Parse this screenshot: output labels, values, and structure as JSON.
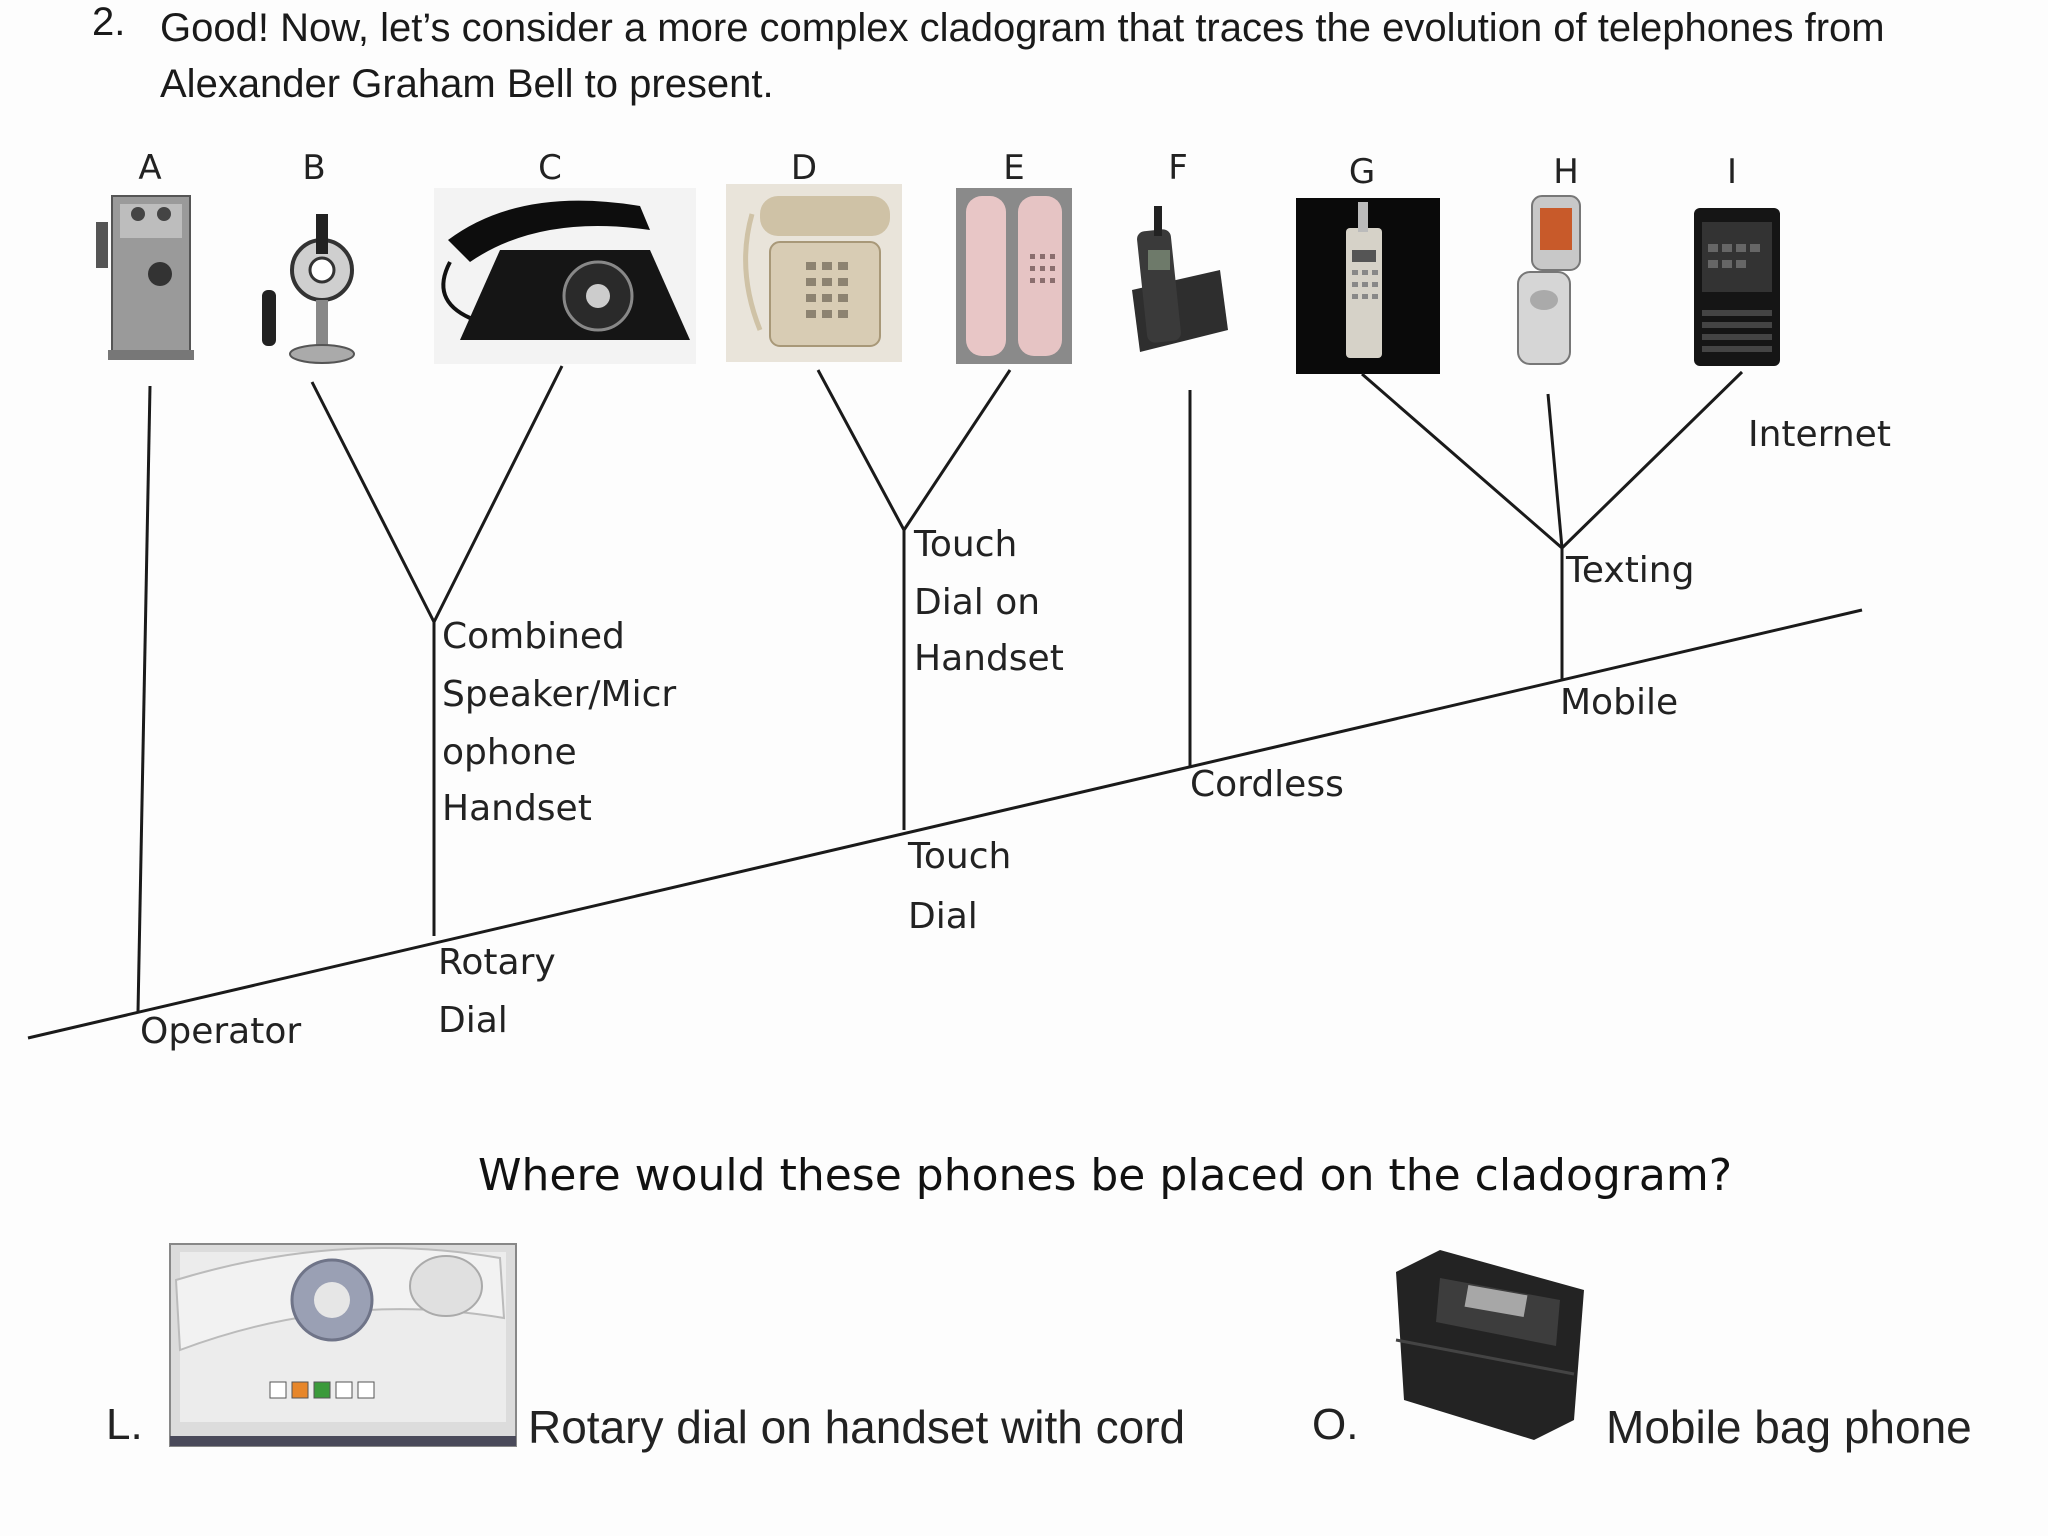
{
  "question": {
    "number": "2.",
    "text": "Good!  Now, let’s consider a more complex cladogram that traces the evolution of telephones from Alexander Graham Bell to present."
  },
  "cladogram": {
    "taxa": [
      "A",
      "B",
      "C",
      "D",
      "E",
      "F",
      "G",
      "H",
      "I"
    ],
    "traits": {
      "operator": "Operator",
      "rotary_1": "Rotary",
      "rotary_2": "Dial",
      "combined_1": "Combined",
      "combined_2": "Speaker/Micr",
      "combined_3": "ophone",
      "combined_4": "Handset",
      "touch_1": "Touch",
      "touch_2": "Dial",
      "touch_handset_1": "Touch",
      "touch_handset_2": "Dial on",
      "touch_handset_3": "Handset",
      "cordless": "Cordless",
      "mobile": "Mobile",
      "texting": "Texting",
      "internet": "Internet"
    }
  },
  "prompt": "Where would these phones be placed on the cladogram?",
  "items": [
    {
      "letter": "L.",
      "description": "Rotary dial on handset with cord"
    },
    {
      "letter": "O.",
      "description": "Mobile bag phone"
    }
  ],
  "colors": {
    "line": "#1a1a1a",
    "text": "#222222",
    "background": "#fdfdfd"
  }
}
